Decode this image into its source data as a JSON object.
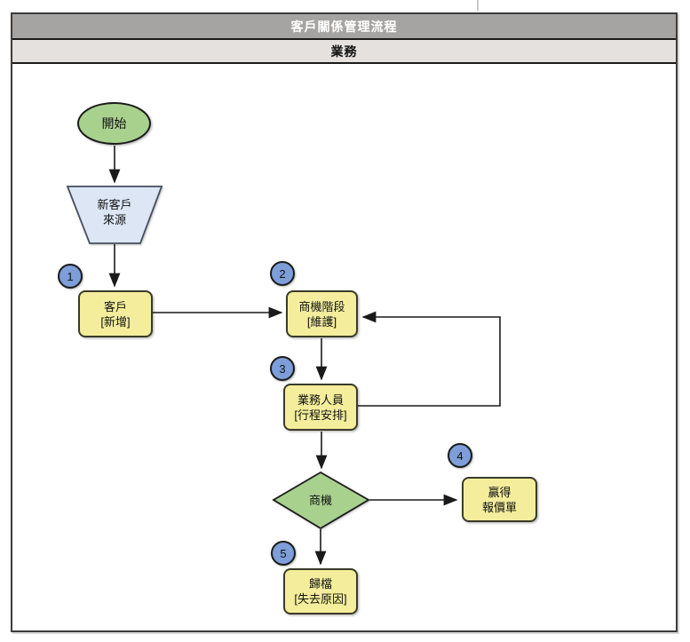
{
  "header": {
    "title": "客戶關係管理流程",
    "lane": "業務"
  },
  "flowchart": {
    "start": {
      "label": "開始"
    },
    "source": {
      "line1": "新客戶",
      "line2": "來源"
    },
    "decision": {
      "label": "商機"
    },
    "steps": [
      {
        "num": "1",
        "line1": "客戶",
        "line2": "[新增]"
      },
      {
        "num": "2",
        "line1": "商機階段",
        "line2": "[維護]"
      },
      {
        "num": "3",
        "line1": "業務人員",
        "line2": "[行程安排]"
      },
      {
        "num": "4",
        "line1": "贏得",
        "line2": "報價單"
      },
      {
        "num": "5",
        "line1": "歸檔",
        "line2": "[失去原因]"
      }
    ]
  },
  "colors": {
    "header_bar": "#a6a4a3",
    "lane_bar": "#e4e1de",
    "process_fill": "#f4ee9c",
    "process_border": "#3a3a28",
    "terminator_fill": "#a9d18e",
    "decision_fill": "#a9d18e",
    "source_fill": "#dce6f5",
    "step_circle_fill": "#7d9ed9",
    "connector": "#1a1a1a"
  }
}
